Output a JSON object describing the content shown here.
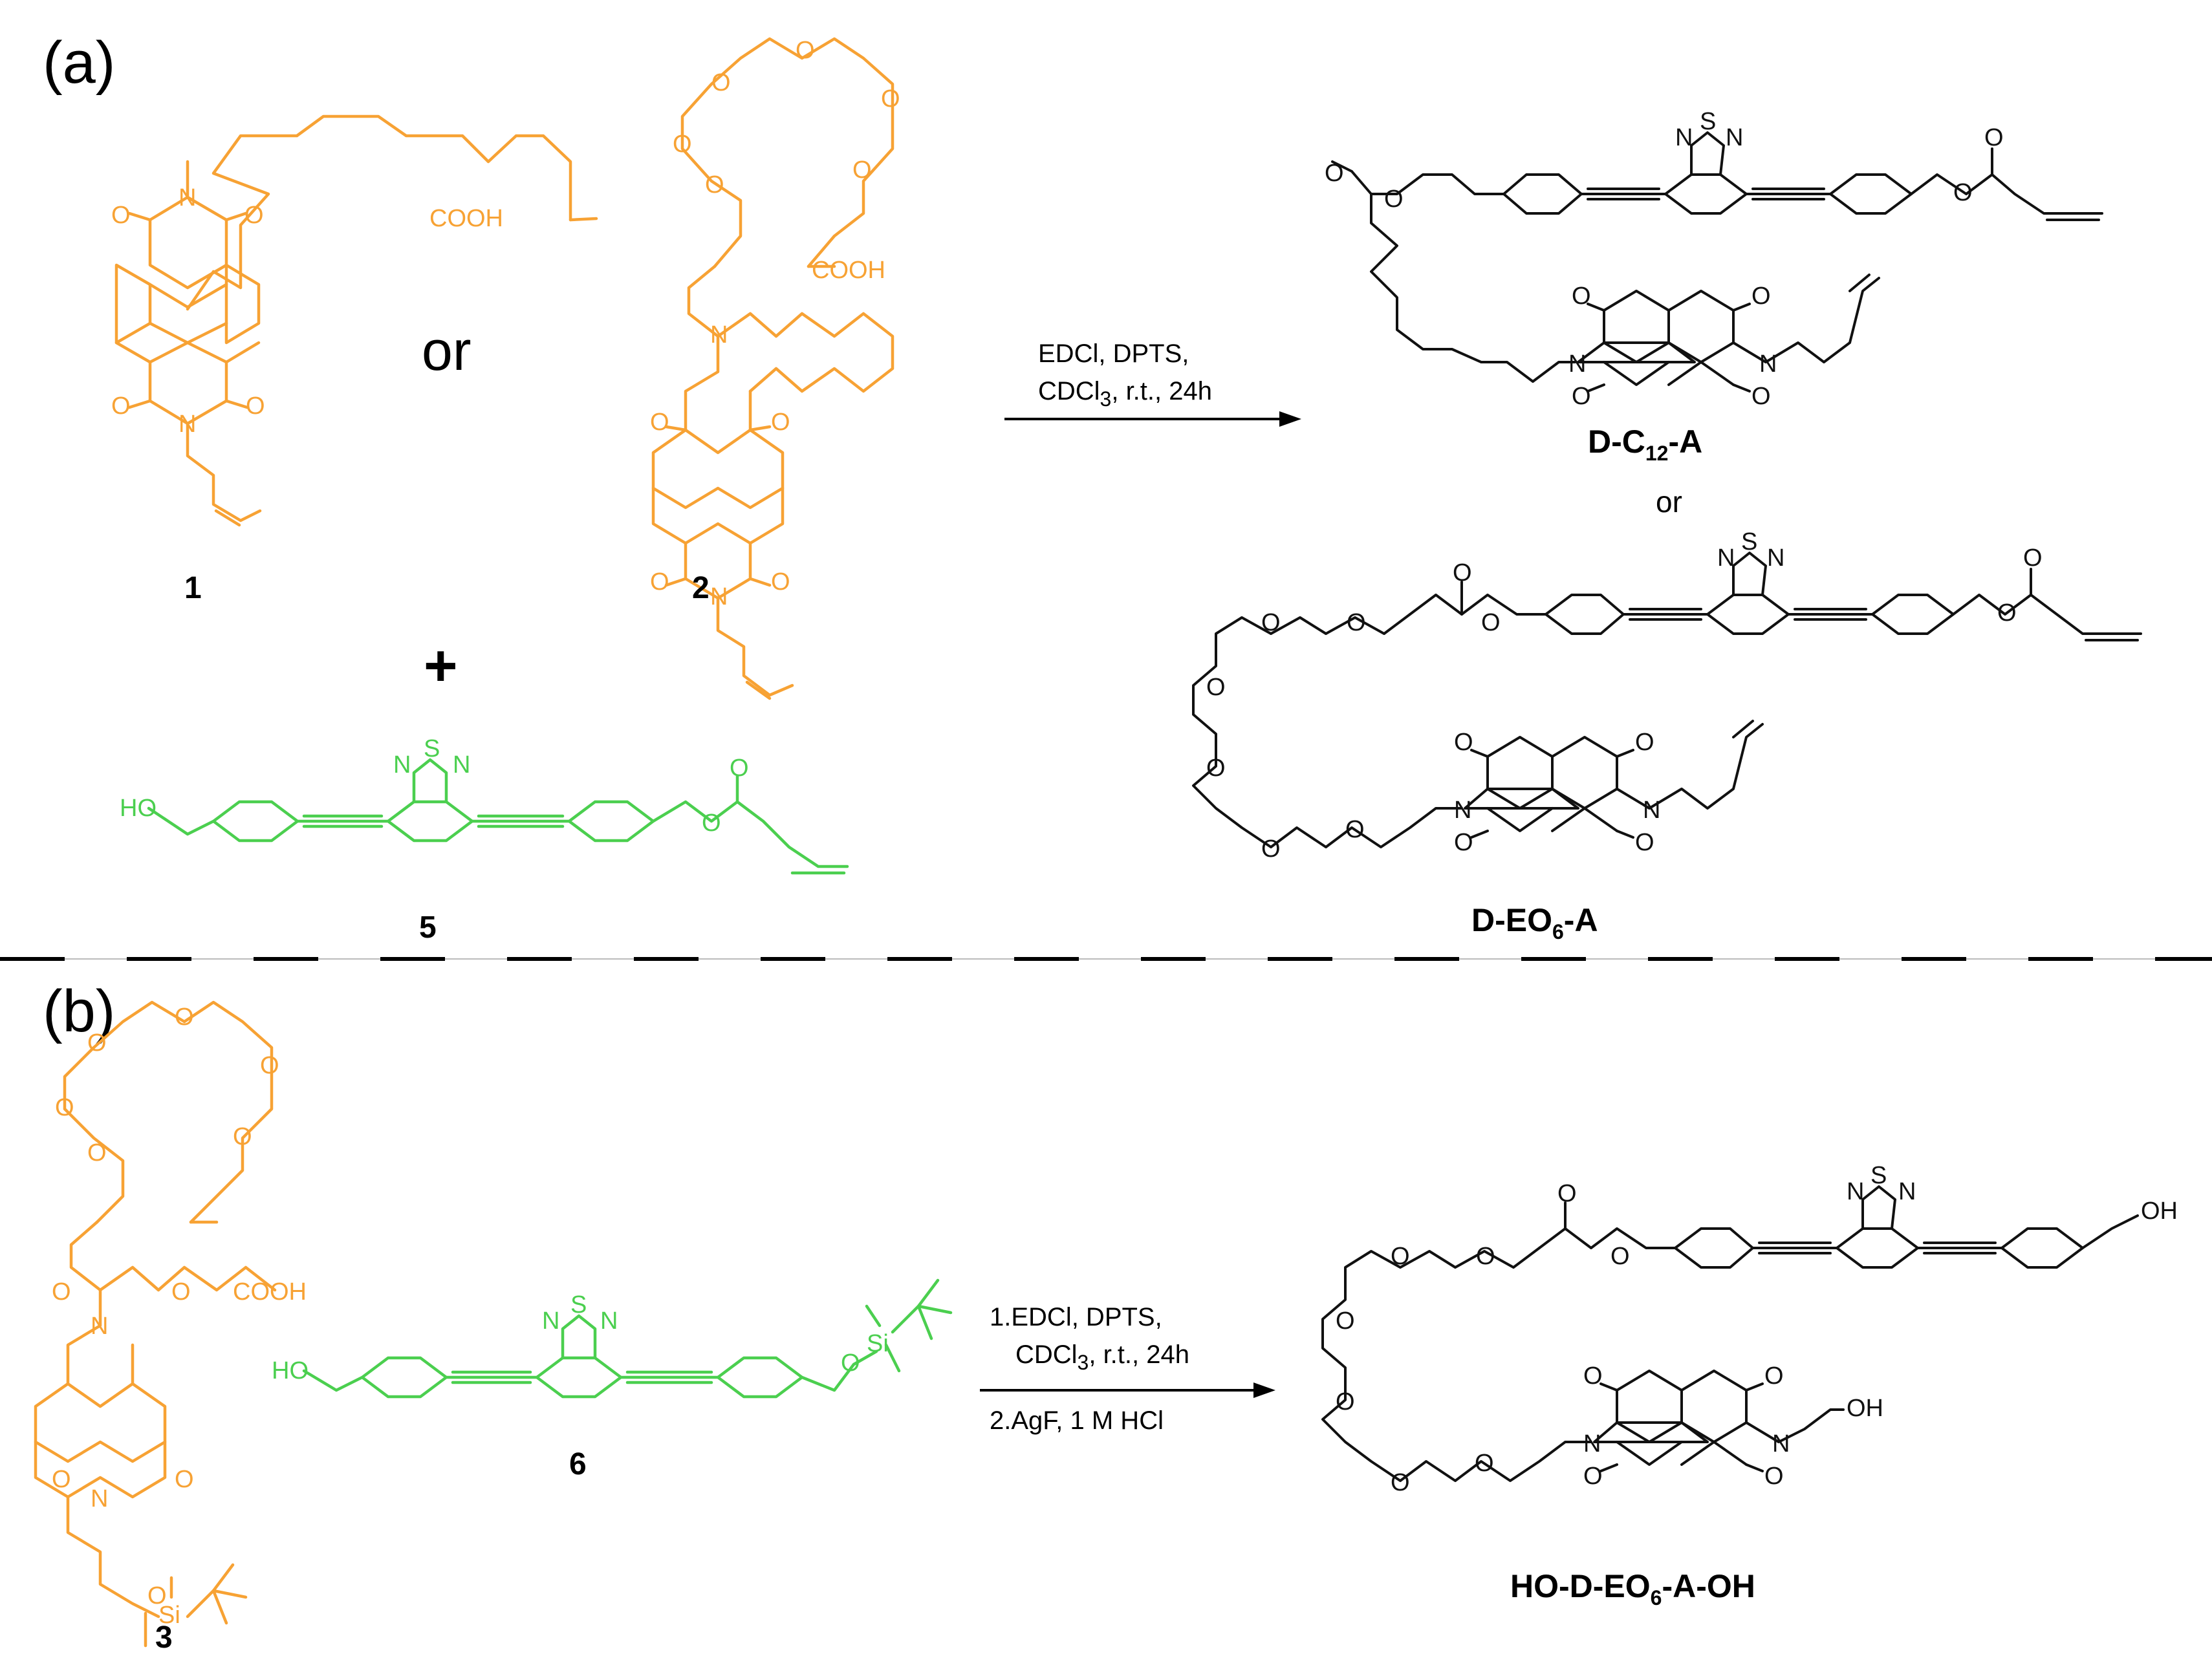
{
  "panels": {
    "a": "(a)",
    "b": "(b)"
  },
  "labels": {
    "c1": "1",
    "c2": "2",
    "c3": "3",
    "c5": "5",
    "c6": "6",
    "or_big": "or",
    "or_small": "or",
    "plus": "+",
    "p1_main": "D-C",
    "p1_sub": "12",
    "p1_end": "-A",
    "p2_main": "D-EO",
    "p2_sub": "6",
    "p2_end": "-A",
    "p3_main": "HO-D-EO",
    "p3_sub": "6",
    "p3_end": "-A-OH"
  },
  "conditions": {
    "a_line1": "EDCl, DPTS,",
    "a_line2_pre": "CDCl",
    "a_line2_sub": "3",
    "a_line2_post": ", r.t., 24h",
    "b_line1": "1.EDCl, DPTS,",
    "b_line2_pre": "CDCl",
    "b_line2_sub": "3",
    "b_line2_post": ", r.t., 24h",
    "b_line3": "2.AgF, 1 M HCl"
  },
  "atoms": {
    "O": "O",
    "N": "N",
    "S": "S",
    "Si": "Si",
    "COOH": "COOH",
    "HO": "HO",
    "OH": "OH"
  },
  "colors": {
    "acceptor": "#f7a234",
    "donor": "#4bcf4f",
    "product": "#111111"
  }
}
